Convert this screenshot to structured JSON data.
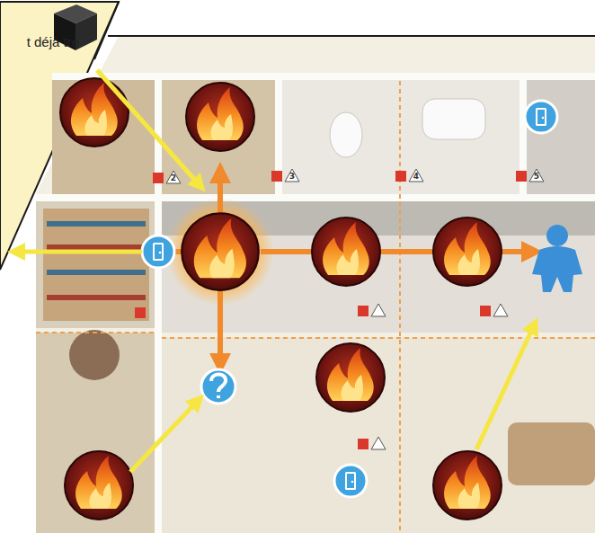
{
  "diagram": {
    "nodes": [
      {
        "text": [
          "t déjà tre"
        ]
      }
    ],
    "labels": [
      "2",
      "3",
      "4",
      "5"
    ]
  }
}
